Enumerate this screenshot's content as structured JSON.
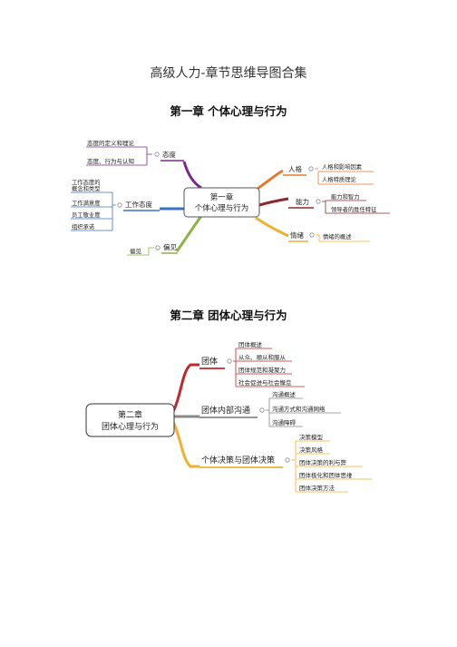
{
  "doc": {
    "title": "高级人力-章节思维导图合集"
  },
  "chapter1": {
    "heading": "第一章  个体心理与行为",
    "center_line1": "第一章",
    "center_line2": "个体心理与行为",
    "attitude": {
      "label": "态度",
      "items": [
        "态度的定义和理论",
        "态度、行为与认知"
      ]
    },
    "work_attitude": {
      "label": "工作态度",
      "items": [
        "工作态度的概念和类型",
        "工作满意度",
        "员工敬业度",
        "组织承诺"
      ]
    },
    "bias": {
      "label": "偏见",
      "items": [
        "偏见"
      ]
    },
    "personality": {
      "label": "人格",
      "items": [
        "人格和影响因素",
        "人格特质理论"
      ]
    },
    "ability": {
      "label": "能力",
      "items": [
        "能力和智力",
        "领导者的胜任特征"
      ]
    },
    "emotion": {
      "label": "情绪",
      "items": [
        "情绪的概述"
      ]
    }
  },
  "chapter2": {
    "heading": "第二章    团体心理与行为",
    "center_line1": "第二章",
    "center_line2": "团体心理与行为",
    "group": {
      "label": "团体",
      "items": [
        "团体概述",
        "从众、顺从和服从",
        "团体规范和凝聚力",
        "社会促进与社会懈怠"
      ]
    },
    "communication": {
      "label": "团体内部沟通",
      "items": [
        "沟通概述",
        "沟通方式和沟通网络",
        "沟通障碍"
      ]
    },
    "decision": {
      "label": "个体决策与团体决策",
      "items": [
        "决策模型",
        "决策风格",
        "团体决策的利与弊",
        "团体极化和团体思维",
        "团体决策方法"
      ]
    }
  }
}
